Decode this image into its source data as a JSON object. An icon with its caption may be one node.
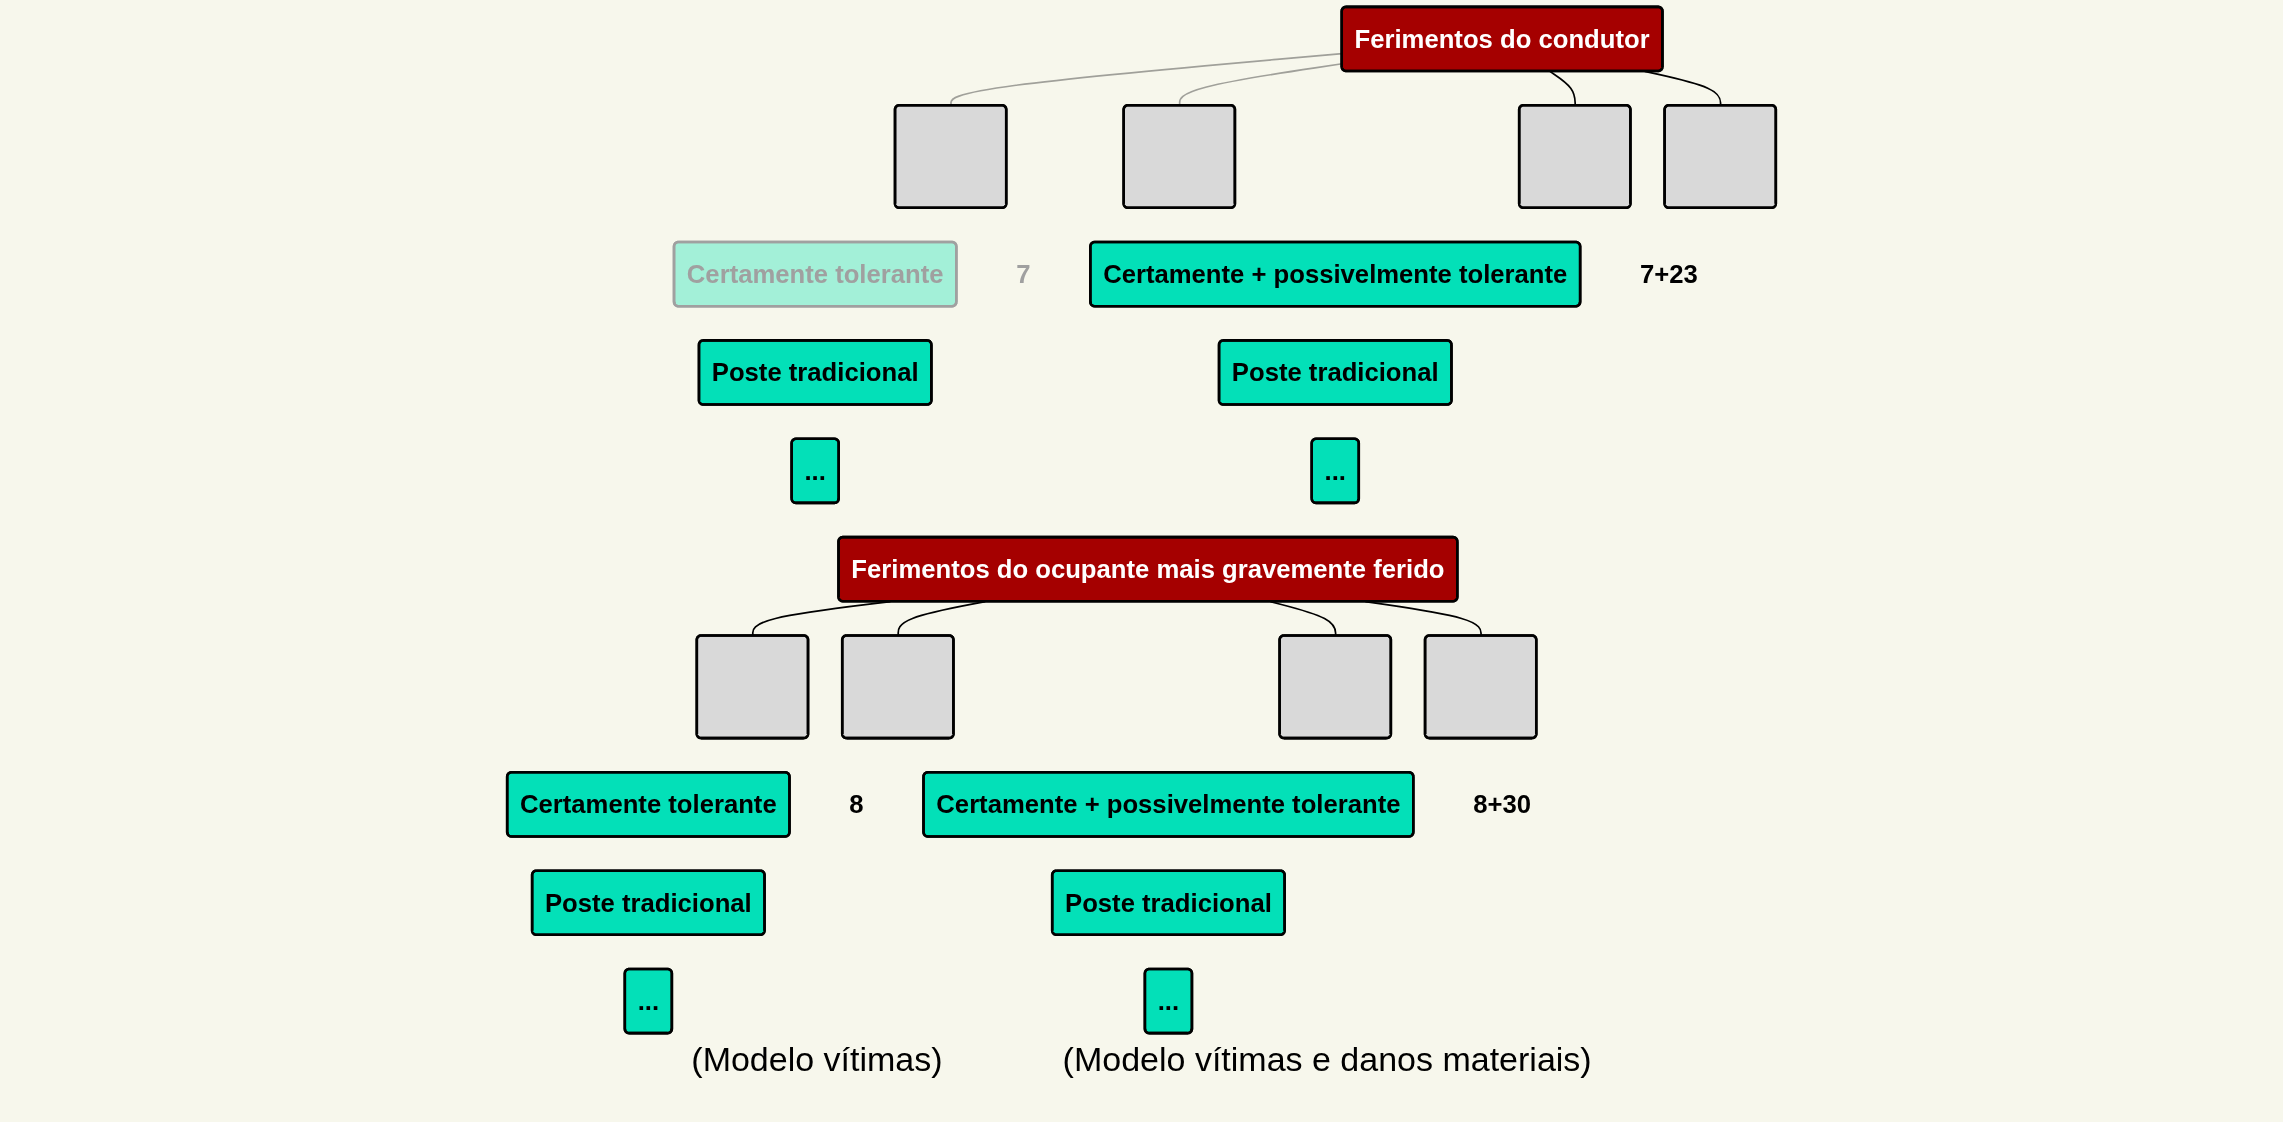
{
  "diagram": {
    "nodes": [
      {
        "text": [
          "Ferimentos do condutor"
        ]
      },
      {
        "text": [],
        "shape": "box"
      },
      {
        "text": [],
        "shape": "box"
      },
      {
        "text": [],
        "shape": "box"
      },
      {
        "text": [],
        "shape": "box"
      },
      {
        "text": [
          "Certamente tolerante"
        ],
        "beside": [
          "7"
        ]
      },
      {
        "text": [
          "Poste tradicional"
        ]
      },
      {
        "text": [
          "..."
        ]
      },
      {
        "text": [
          "Certamente + possivelmente tolerante"
        ],
        "beside": [
          "7+23"
        ]
      },
      {
        "text": [
          "Poste tradicional"
        ]
      },
      {
        "text": [
          "..."
        ]
      },
      {
        "text": [
          "Ferimentos do ocupante mais gravemente ferido"
        ]
      },
      {
        "text": [],
        "shape": "box"
      },
      {
        "text": [],
        "shape": "box"
      },
      {
        "text": [],
        "shape": "box"
      },
      {
        "text": [],
        "shape": "box"
      },
      {
        "text": [
          "Certamente tolerante"
        ],
        "beside": [
          "8"
        ]
      },
      {
        "text": [
          "Poste tradicional"
        ]
      },
      {
        "text": [
          "..."
        ]
      },
      {
        "text": [
          "Certamente + possivelmente tolerante"
        ],
        "beside": [
          "8+30"
        ]
      },
      {
        "text": [
          "Poste tradicional"
        ]
      },
      {
        "text": [
          "..."
        ]
      }
    ],
    "edges": [
      {
        "from": 0,
        "to": 1,
        "arrow": "none",
        "color": "#a0a09a"
      },
      {
        "from": 0,
        "to": 2,
        "arrow": "none",
        "color": "#a0a09a"
      },
      {
        "from": 0,
        "to": 3,
        "arrow": "none"
      },
      {
        "from": 0,
        "to": 4,
        "arrow": "none"
      },
      {
        "from": 11,
        "to": 12,
        "arrow": "none"
      },
      {
        "from": 11,
        "to": 13,
        "arrow": "none"
      },
      {
        "from": 11,
        "to": 14,
        "arrow": "none"
      },
      {
        "from": 11,
        "to": 15,
        "arrow": "none"
      }
    ],
    "labels": [
      "(Modelo vítimas)",
      "(Modelo vítimas e danos materiais)"
    ]
  }
}
